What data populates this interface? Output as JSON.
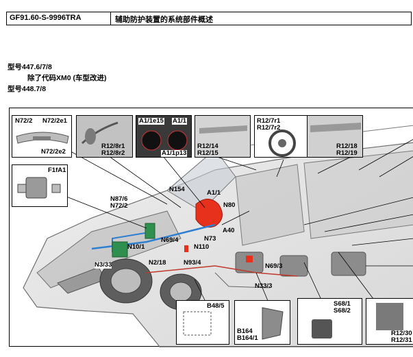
{
  "header": {
    "doc_id": "GF91.60-S-9996TRA",
    "title": "辅助防护装置的系统部件概述"
  },
  "applicability": {
    "line1": "型号447.6/7/8",
    "line2": "除了代码XM0 (车型改进)",
    "line3": "型号448.7/8"
  },
  "insets": {
    "n72": {
      "l1": "N72/2",
      "l2": "N72/2e1",
      "l3": "N72/2e2"
    },
    "f1fa1": "F1fA1",
    "r128": {
      "l1": "R12/8r1",
      "l2": "R12/8r2"
    },
    "a1": {
      "l1": "A1/1e15",
      "l2": "A1/1",
      "l3": "A1/1p13"
    },
    "r1214": {
      "l1": "R12/14",
      "l2": "R12/15"
    },
    "r127": {
      "l1": "R12/7r1",
      "l2": "R12/7r2"
    },
    "r1218": {
      "l1": "R12/18",
      "l2": "R12/19"
    },
    "b485": "B48/5",
    "b164": {
      "l1": "B164",
      "l2": "B164/1"
    },
    "s68": {
      "l1": "S68/1",
      "l2": "S68/2"
    },
    "r1230": {
      "l1": "R12/30",
      "l2": "R12/31"
    }
  },
  "callouts": {
    "n154": "N154",
    "a11": "A1/1",
    "n876": "N87/6",
    "n722": "N72/2",
    "n80": "N80",
    "a40": "A40",
    "n694": "N69/4",
    "n73": "N73",
    "n101": "N10/1",
    "n110": "N110",
    "n333": "N3/33",
    "n218": "N2/18",
    "n934": "N93/4",
    "n693": "N69/3",
    "n333b": "N33/3"
  },
  "colors": {
    "accent_red": "#e8311d",
    "blue_line": "#2f7fd1",
    "green_box": "#2f8f4e",
    "body_gray": "#8a8a8a"
  }
}
